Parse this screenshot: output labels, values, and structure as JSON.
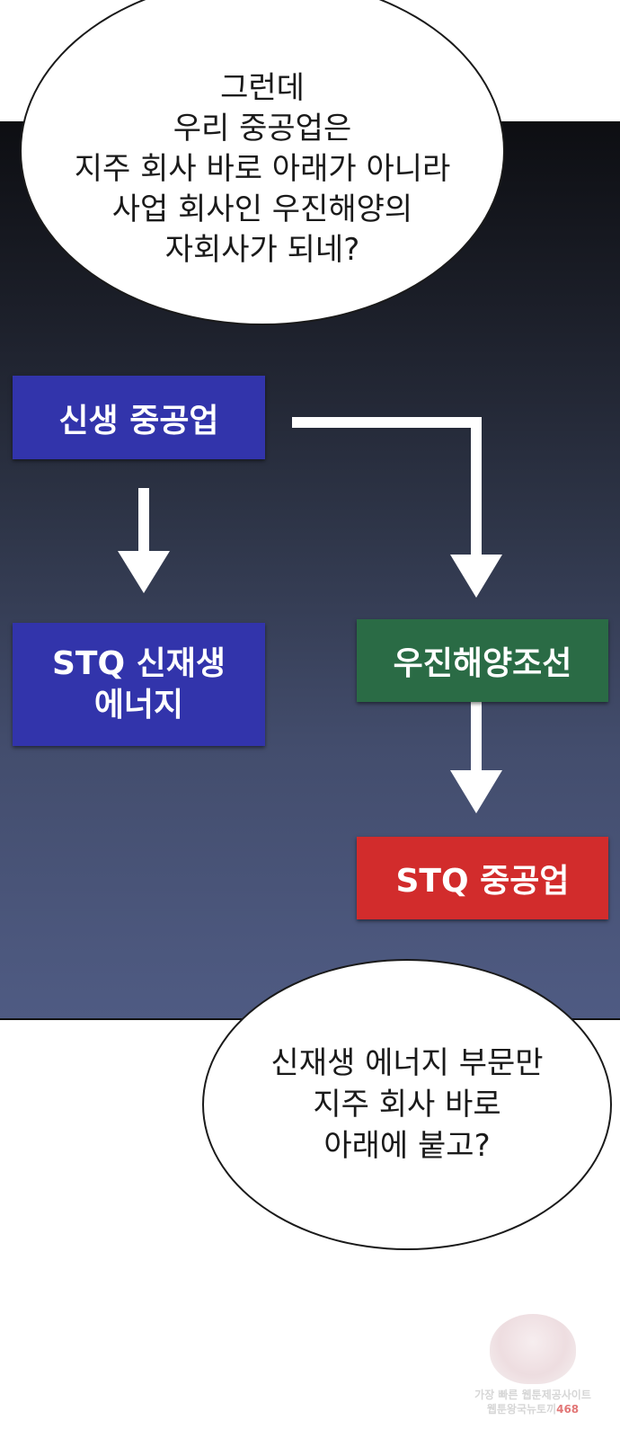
{
  "speech_top": {
    "lines": [
      "그런데",
      "우리 중공업은",
      "지주 회사 바로 아래가 아니라",
      "사업 회사인 우진해양의",
      "자회사가 되네?"
    ]
  },
  "diagram": {
    "parent": "신생 중공업",
    "energy": [
      "STQ 신재생",
      "에너지"
    ],
    "woojin": "우진해양조선",
    "stq": "STQ 중공업"
  },
  "speech_bottom": {
    "lines": [
      "신재생 에너지 부문만",
      "지주 회사 바로",
      "아래에 붙고?"
    ]
  },
  "watermark": {
    "line1": "가장 빠른 웹툰제공사이트",
    "line2": "웹툰왕국뉴토끼",
    "number": "468"
  },
  "colors": {
    "parent_box": "#3234ab",
    "energy_box": "#3234ab",
    "woojin_box": "#2a6b45",
    "stq_box": "#d22c2c"
  }
}
